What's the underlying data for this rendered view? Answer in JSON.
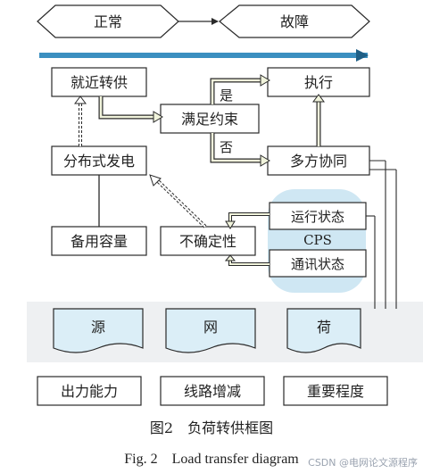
{
  "top_states": {
    "normal": "正常",
    "fault": "故障"
  },
  "nodes": {
    "nearby_supply": "就近转供",
    "execute": "执行",
    "satisfy": "满足约束",
    "distributed_gen": "分布式发电",
    "multi_coord": "多方协同",
    "run_state": "运行状态",
    "reserve": "备用容量",
    "uncertainty": "不确定性",
    "cps": "CPS",
    "comm_state": "通讯状态",
    "source": "源",
    "grid": "网",
    "load": "荷",
    "output_capacity": "出力能力",
    "line_change": "线路增减",
    "importance": "重要程度"
  },
  "edge_labels": {
    "yes": "是",
    "no": "否"
  },
  "caption_cn": "图2　负荷转供框图",
  "caption_en": "Fig. 2　Load transfer diagram",
  "watermark": "CSDN @电网论文源程序",
  "colors": {
    "arrow_blue": "#3b8fc0",
    "doc_fill": "#dbeef7",
    "cps_fill": "#cfe7f3",
    "band_fill": "#eef0f2",
    "arrow_fill": "#f1f4dc",
    "box_stroke": "#2a2a2a"
  }
}
